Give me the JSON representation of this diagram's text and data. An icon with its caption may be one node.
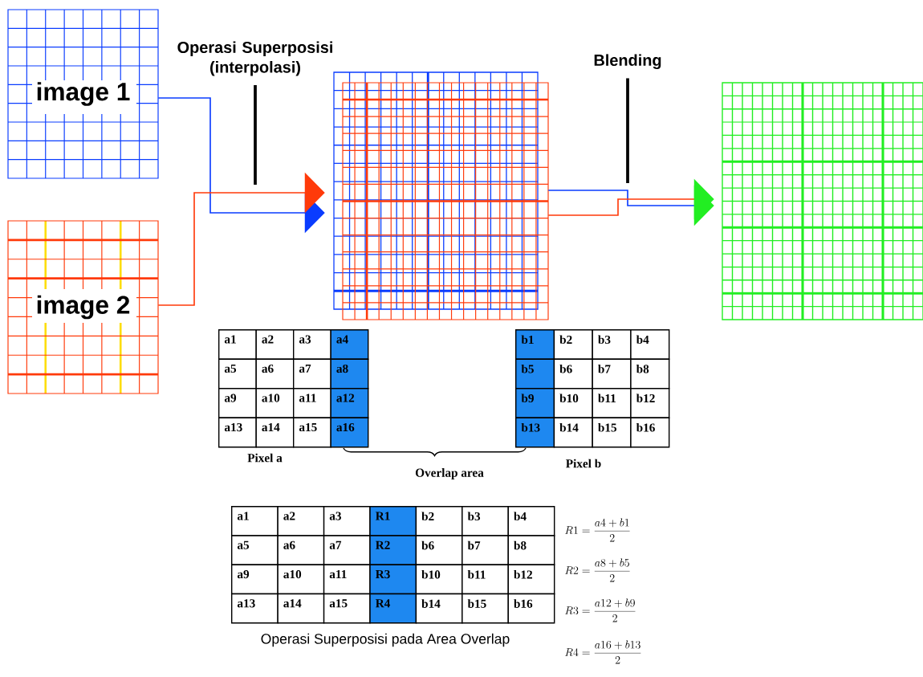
{
  "diagram": {
    "nodes": [
      {
        "text": [
          "image 1"
        ]
      },
      {
        "text": [
          "image 2"
        ]
      },
      {
        "text": [],
        "shape": "box"
      },
      {
        "text": [],
        "shape": "box"
      },
      {
        "text": [
          "Operasi Superposisi (interpolasi)"
        ]
      },
      {
        "text": [
          "Blending"
        ]
      }
    ],
    "edges": [
      {
        "from": 0,
        "to": 2,
        "arrow": "to",
        "color": "#0a3cff"
      },
      {
        "from": 1,
        "to": 2,
        "arrow": "to",
        "color": "#ff3a0a"
      },
      {
        "from": 2,
        "to": 3,
        "arrow": "to",
        "color": "#0a3cff"
      },
      {
        "from": 2,
        "to": 3,
        "arrow": "to",
        "color": "#ff3a0a"
      },
      {
        "from": 4,
        "to": null,
        "arrow": "none",
        "style": "thick",
        "color": "#000000"
      },
      {
        "from": 5,
        "to": null,
        "arrow": "none",
        "style": "thick",
        "color": "#000000"
      }
    ],
    "labels": [
      "a1",
      "a2",
      "a3",
      "a4",
      "a5",
      "a6",
      "a7",
      "a8",
      "a9",
      "a10",
      "a11",
      "a12",
      "a13",
      "a14",
      "a15",
      "a16",
      "Pixel a",
      "b1",
      "b2",
      "b3",
      "b4",
      "b5",
      "b6",
      "b7",
      "b8",
      "b9",
      "b10",
      "b11",
      "b12",
      "b13",
      "b14",
      "b15",
      "b16",
      "Pixel b",
      "Overlap area",
      "a1",
      "a2",
      "a3",
      "R1",
      "b2",
      "b3",
      "b4",
      "a5",
      "a6",
      "a7",
      "R2",
      "b6",
      "b7",
      "b8",
      "a9",
      "a10",
      "a11",
      "R3",
      "b10",
      "b11",
      "b12",
      "a13",
      "a14",
      "a15",
      "R4",
      "b14",
      "b15",
      "b16",
      "Operasi Superposisi pada Area Overlap",
      "R1 = \\frac{a4 + b1}{2}",
      "R2 = \\frac{a8 + b5}{2}",
      "R3 = \\frac{a12 + b9}{2}",
      "R4 = \\frac{a16 + b13}{2}"
    ]
  }
}
